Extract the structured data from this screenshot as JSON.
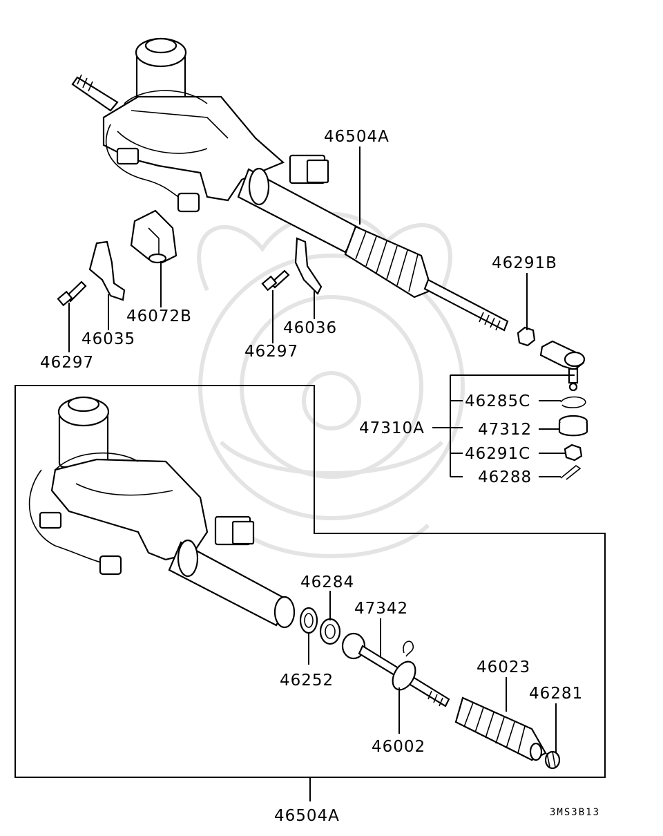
{
  "diagram_code": "3MS3B13",
  "labels": {
    "rack_upper": "46504A",
    "tie_rod_end_nut": "46291B",
    "clamp_a": "46072B",
    "clamp_b": "46035",
    "bolt_left": "46297",
    "clamp_c": "46036",
    "bolt_mid": "46297",
    "tie_rod_end_assy": "47310A",
    "snap_ring": "46285C",
    "dust_cover": "47312",
    "castle_nut": "46291C",
    "cotter_pin": "46288",
    "bushing": "46284",
    "inner_tie_rod": "47342",
    "oil_seal": "46252",
    "boot_band": "46002",
    "bellows_boot": "46023",
    "boot_clip": "46281",
    "rack_lower": "46504A"
  }
}
